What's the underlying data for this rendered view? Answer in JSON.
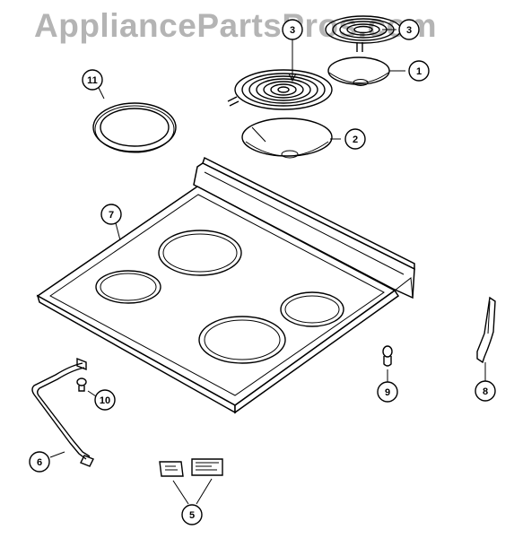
{
  "watermark": "AppliancePartsPros.com",
  "callouts": [
    "1",
    "2",
    "3",
    "5",
    "6",
    "7",
    "8",
    "9",
    "10",
    "11"
  ],
  "colors": {
    "line": "#000000",
    "watermark": "#b4b4b4",
    "background": "#ffffff"
  }
}
